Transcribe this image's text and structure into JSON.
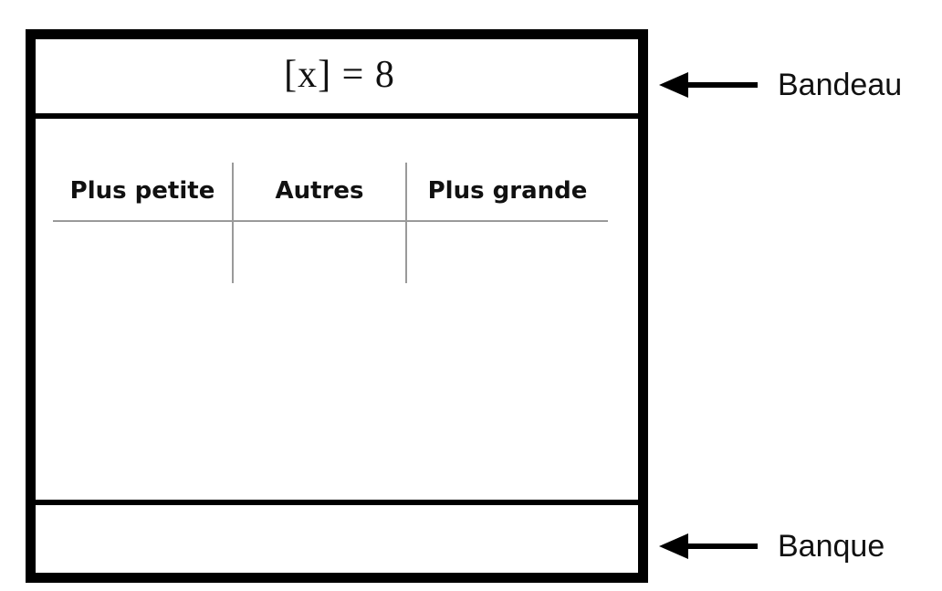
{
  "bandeau": {
    "formula": "[x] = 8"
  },
  "table": {
    "headers": [
      "Plus petite",
      "Autres",
      "Plus grande"
    ]
  },
  "callouts": {
    "bandeau_label": "Bandeau",
    "banque_label": "Banque"
  },
  "icons": {
    "bandeau_arrow": "arrow-left-icon",
    "banque_arrow": "arrow-left-icon"
  },
  "colors": {
    "frame": "#000000",
    "grid": "#9a9a9a",
    "text": "#111111"
  }
}
